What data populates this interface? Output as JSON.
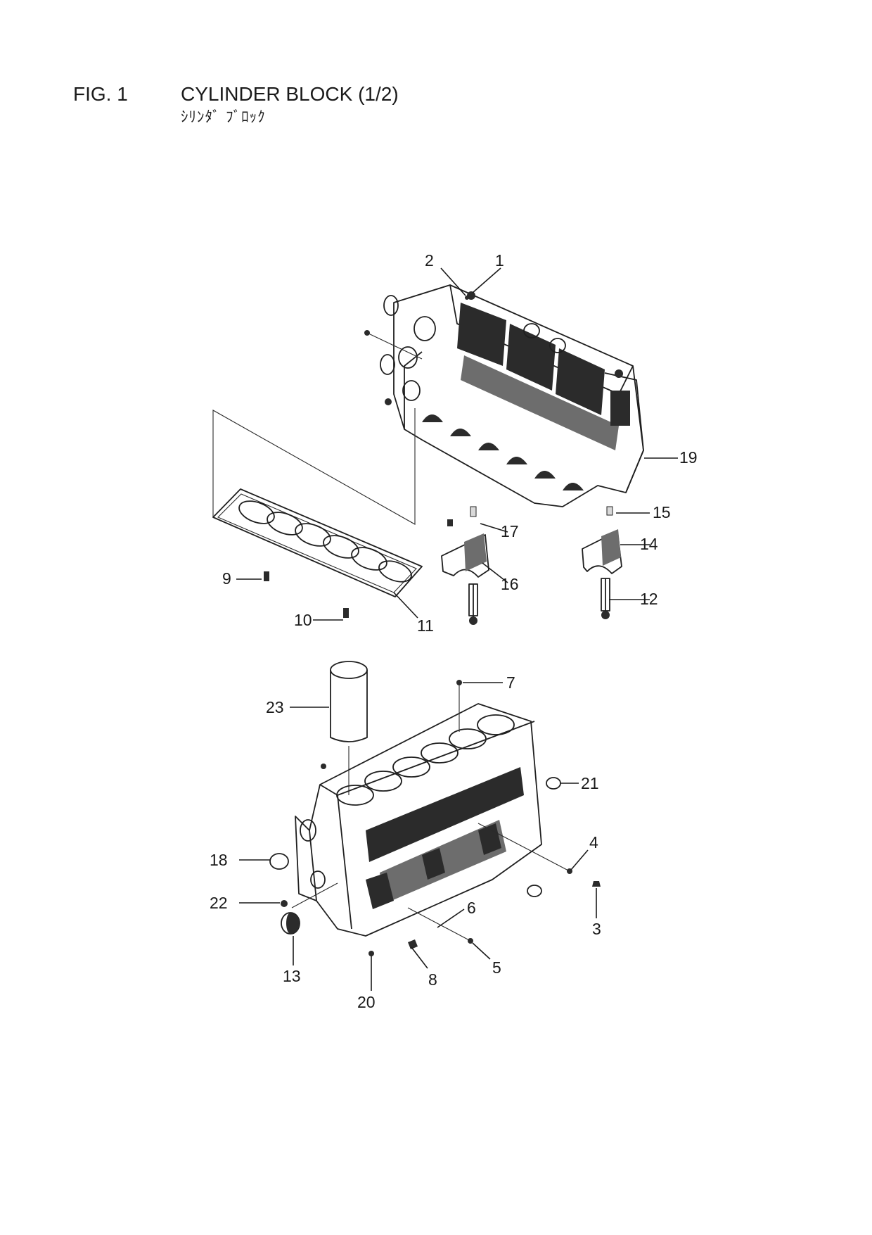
{
  "header": {
    "fig_label": "FIG. 1",
    "title": "CYLINDER BLOCK (1/2)",
    "subtitle": "ｼﾘﾝﾀﾞ ﾌﾞﾛｯｸ"
  },
  "callouts": [
    {
      "id": "c1",
      "text": "1"
    },
    {
      "id": "c2",
      "text": "2"
    },
    {
      "id": "c3",
      "text": "3"
    },
    {
      "id": "c4",
      "text": "4"
    },
    {
      "id": "c5",
      "text": "5"
    },
    {
      "id": "c6",
      "text": "6"
    },
    {
      "id": "c7",
      "text": "7"
    },
    {
      "id": "c8",
      "text": "8"
    },
    {
      "id": "c9",
      "text": "9"
    },
    {
      "id": "c10",
      "text": "10"
    },
    {
      "id": "c11",
      "text": "11"
    },
    {
      "id": "c12",
      "text": "12"
    },
    {
      "id": "c13",
      "text": "13"
    },
    {
      "id": "c14",
      "text": "14"
    },
    {
      "id": "c15",
      "text": "15"
    },
    {
      "id": "c16",
      "text": "16"
    },
    {
      "id": "c17",
      "text": "17"
    },
    {
      "id": "c18",
      "text": "18"
    },
    {
      "id": "c19",
      "text": "19"
    },
    {
      "id": "c20",
      "text": "20"
    },
    {
      "id": "c21",
      "text": "21"
    },
    {
      "id": "c22",
      "text": "22"
    },
    {
      "id": "c23",
      "text": "23"
    }
  ]
}
